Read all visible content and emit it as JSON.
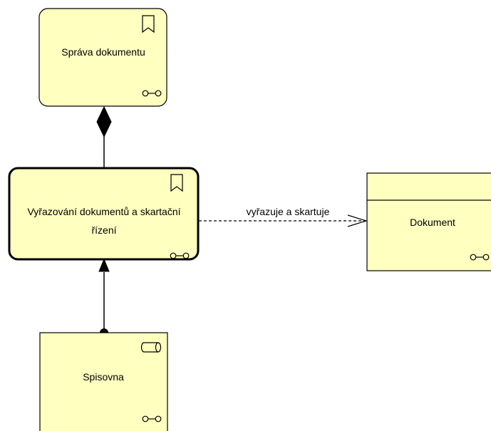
{
  "colors": {
    "element_fill": "#FFFFC0",
    "stroke": "#000000",
    "background": "#FFFFFF"
  },
  "nodes": {
    "sprava": {
      "label": "Správa dokumentu",
      "icons": [
        "business-function-bookmark-icon",
        "view-glasses-icon"
      ]
    },
    "vyrazovani": {
      "label_line1": "Vyřazování dokumentů a skartační",
      "label_line2": "řízení",
      "icons": [
        "business-function-bookmark-icon",
        "view-glasses-icon"
      ]
    },
    "dokument": {
      "label": "Dokument",
      "icons": [
        "view-glasses-icon"
      ]
    },
    "spisovna": {
      "label": "Spisovna",
      "icons": [
        "application-component-cylinder-icon",
        "view-glasses-icon"
      ]
    }
  },
  "edges": {
    "composition": {
      "from": "Správa dokumentu",
      "to": "Vyřazování dokumentů a skartační řízení",
      "type": "composition"
    },
    "access": {
      "from": "Vyřazování dokumentů a skartační řízení",
      "to": "Dokument",
      "type": "access",
      "label": "vyřazuje a skartuje"
    },
    "assignment": {
      "from": "Spisovna",
      "to": "Vyřazování dokumentů a skartační řízení",
      "type": "assignment"
    }
  }
}
